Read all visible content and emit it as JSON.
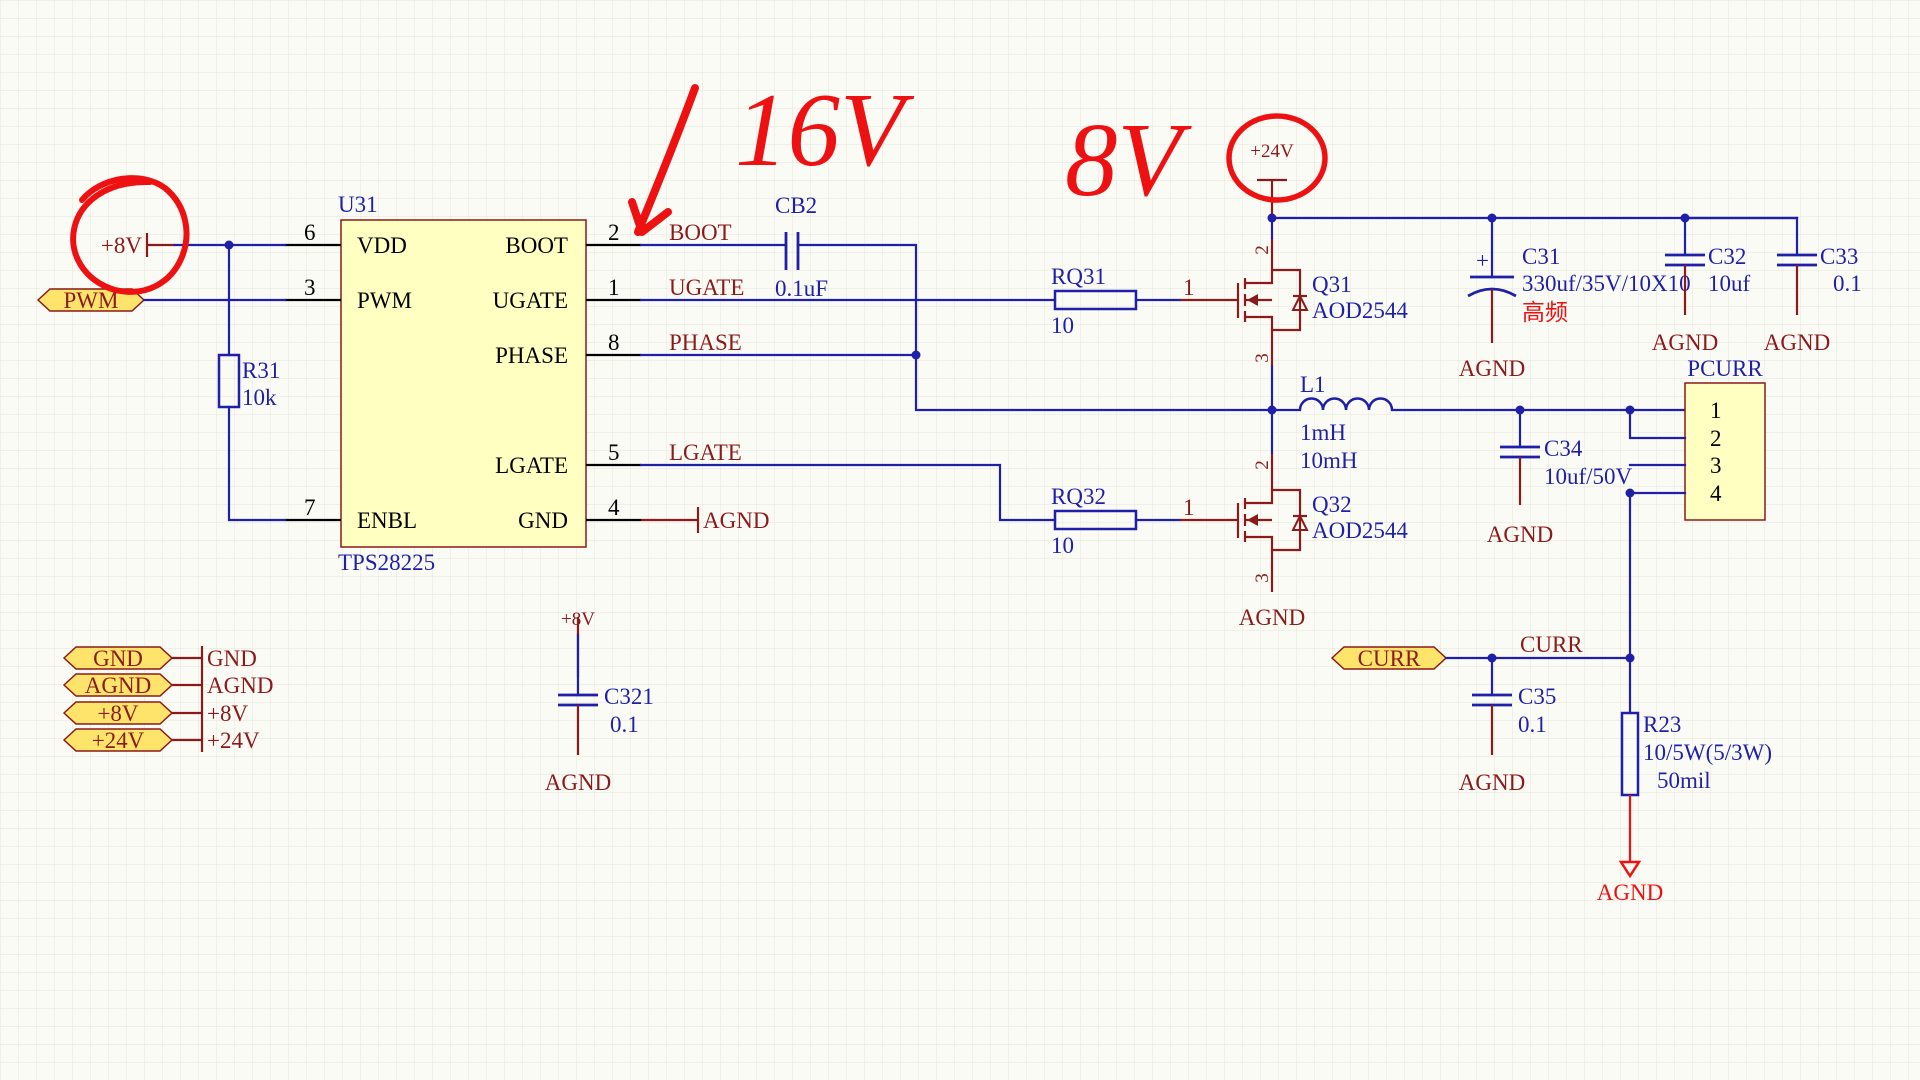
{
  "colors": {
    "background": "#FBFBF6",
    "grid": "#E6E6DC",
    "wire": "#1F1FA8",
    "pin": "#8B1A1A",
    "component_fill": "#FFFFC2",
    "component_border": "#8B1A1A",
    "port_fill": "#FFE46B",
    "annotation": "#EE1111"
  },
  "chip": {
    "designator": "U31",
    "part": "TPS28225",
    "pins": {
      "vdd": {
        "num": "6",
        "name": "VDD"
      },
      "pwm": {
        "num": "3",
        "name": "PWM"
      },
      "enbl": {
        "num": "7",
        "name": "ENBL"
      },
      "boot": {
        "num": "2",
        "name": "BOOT"
      },
      "ugate": {
        "num": "1",
        "name": "UGATE"
      },
      "phase": {
        "num": "8",
        "name": "PHASE"
      },
      "lgate": {
        "num": "5",
        "name": "LGATE"
      },
      "gnd": {
        "num": "4",
        "name": "GND"
      }
    }
  },
  "nets": {
    "boot": "BOOT",
    "ugate": "UGATE",
    "phase": "PHASE",
    "lgate": "LGATE",
    "curr": "CURR"
  },
  "power": {
    "p8v": "+8V",
    "p24v": "+24V",
    "agnd": "AGND"
  },
  "ports": {
    "pwm": "PWM",
    "curr": "CURR",
    "gnd": "GND",
    "agnd": "AGND",
    "p8v": "+8V",
    "p24v": "+24V"
  },
  "components": {
    "r31": {
      "ref": "R31",
      "value": "10k"
    },
    "cb2": {
      "ref": "CB2",
      "value": "0.1uF"
    },
    "rq31": {
      "ref": "RQ31",
      "value": "10"
    },
    "rq32": {
      "ref": "RQ32",
      "value": "10"
    },
    "q31": {
      "ref": "Q31",
      "part": "AOD2544",
      "pin_g": "1",
      "pin_d": "2",
      "pin_s": "3"
    },
    "q32": {
      "ref": "Q32",
      "part": "AOD2544",
      "pin_g": "1",
      "pin_d": "2",
      "pin_s": "3"
    },
    "c31": {
      "ref": "C31",
      "value": "330uf/35V/10X10",
      "note": "高频",
      "plus": "+"
    },
    "c32": {
      "ref": "C32",
      "value": "10uf"
    },
    "c33": {
      "ref": "C33",
      "value": "0.1"
    },
    "l1": {
      "ref": "L1",
      "value": "1mH",
      "value2": "10mH"
    },
    "c34": {
      "ref": "C34",
      "value": "10uf/50V"
    },
    "c321": {
      "ref": "C321",
      "value": "0.1"
    },
    "c35": {
      "ref": "C35",
      "value": "0.1"
    },
    "r23": {
      "ref": "R23",
      "value": "10/5W(5/3W)",
      "value2": "50mil"
    },
    "pcurr": {
      "ref": "PCURR",
      "pins": [
        "1",
        "2",
        "3",
        "4"
      ]
    }
  },
  "annotations": {
    "v16": "16V",
    "v8": "8V"
  }
}
